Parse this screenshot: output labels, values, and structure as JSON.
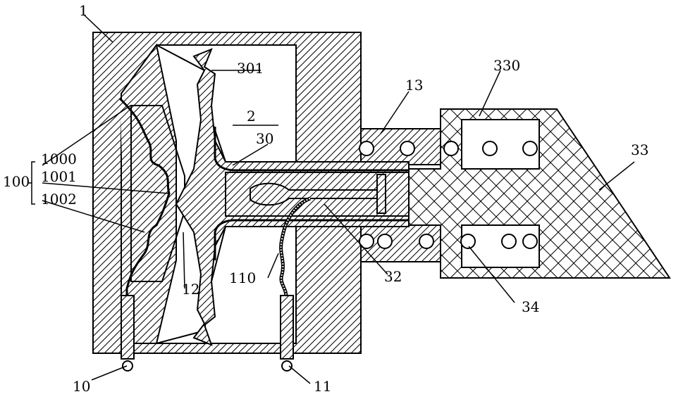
{
  "labels": {
    "l1": "1",
    "l301": "301",
    "l2": "2",
    "l30": "30",
    "l13": "13",
    "l330": "330",
    "l33": "33",
    "l100": "100",
    "l1000": "1000",
    "l1001": "1001",
    "l1002": "1002",
    "l12": "12",
    "l110": "110",
    "l32": "32",
    "l34": "34",
    "l10": "10",
    "l11": "11"
  }
}
